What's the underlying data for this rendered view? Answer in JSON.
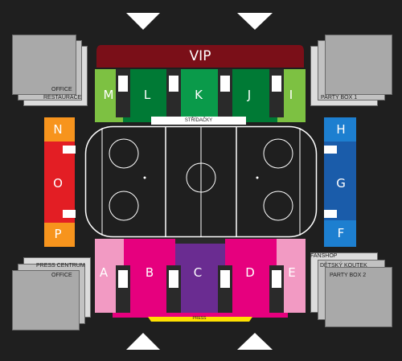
{
  "header": {
    "vip": "VIP"
  },
  "sectors": {
    "A": "A",
    "B": "B",
    "C": "C",
    "D": "D",
    "E": "E",
    "F": "F",
    "G": "G",
    "H": "H",
    "I": "I",
    "J": "J",
    "K": "K",
    "L": "L",
    "M": "M",
    "N": "N",
    "O": "O",
    "P": "P"
  },
  "labels": {
    "stridacky": "STŘÍDAČKY",
    "press": "PRESS",
    "office_top": "OFFICE",
    "restaurace": "RESTAURACE",
    "party_box_1": "PARTY BOX 1",
    "press_centrum": "PRESS CENTRUM",
    "office_bottom": "OFFICE",
    "fanshop": "FANSHOP",
    "detsky_koutek": "DĚTSKÝ KOUTEK",
    "party_box_2": "PARTY BOX 2"
  },
  "colors": {
    "background": "#1f1f1f",
    "vip": "#7a0f18",
    "green_light": "#7dc142",
    "green_mid": "#0a9a4a",
    "green_dark": "#007a35",
    "pink": "#e6007e",
    "pink_light": "#f29ac3",
    "purple": "#6a2c91",
    "blue": "#1a5caa",
    "blue_light": "#1d7fd0",
    "red": "#e31e24",
    "orange": "#f7941d",
    "yellow": "#ffe000"
  }
}
